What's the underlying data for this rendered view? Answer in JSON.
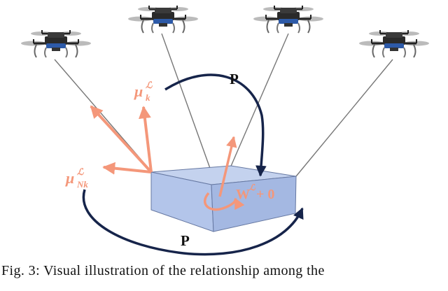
{
  "figure": {
    "label_mu_k": "μ",
    "label_mu_k_sup": "ℒ",
    "label_mu_k_sub": "k",
    "label_mu_nk": "μ",
    "label_mu_nk_sup": "ℒ",
    "label_mu_nk_sub": "Nk",
    "label_p_top": "P",
    "label_p_bottom": "P",
    "label_w": "W",
    "label_w_sup": "ℒ",
    "label_w_rest": " + 0",
    "caption": "Fig. 3: Visual illustration of the relationship among the"
  },
  "colors": {
    "force_arrow": "#f4977a",
    "projection_arrow": "#16244a",
    "payload_top": "#c4d2ee",
    "payload_front": "#b3c5ea",
    "payload_side": "#a4b8e2",
    "cable": "#777777"
  },
  "icons": [
    "quadrotor-icon",
    "payload-box-icon",
    "curved-arrow-icon"
  ]
}
